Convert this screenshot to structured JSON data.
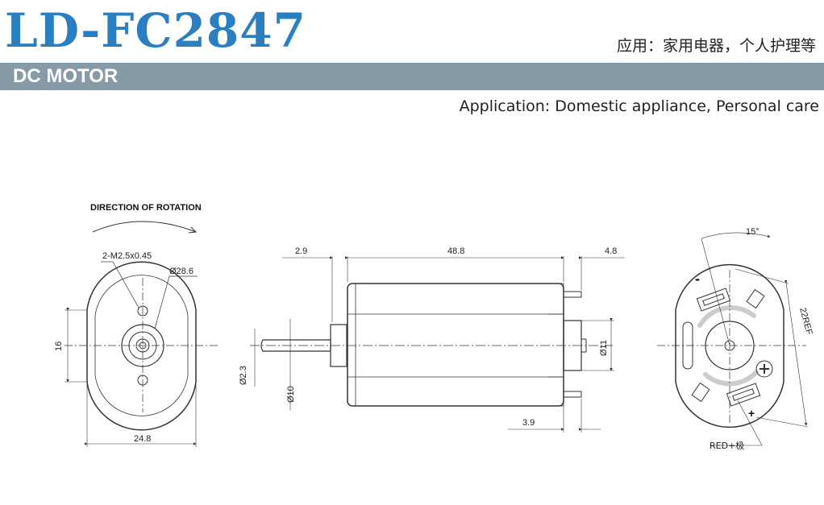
{
  "header": {
    "model": "LD-FC2847",
    "application_cn": "应用：家用电器，个人护理等",
    "band_label": "DC MOTOR",
    "application_en": "Application: Domestic appliance, Personal care"
  },
  "colors": {
    "title_blue": "#2a7fc1",
    "band_gray": "#869aa7",
    "line": "#333333"
  },
  "front_view": {
    "rotation_label": "DIRECTION OF ROTATION",
    "thread_note": "2-M2.5x0.45",
    "diameter": "Ø28.6",
    "height_dim": "16",
    "width_dim": "24.8"
  },
  "side_view": {
    "shaft_length": "2.9",
    "body_length": "48.8",
    "terminal_length": "4.8",
    "shaft_diameter": "Ø2.3",
    "boss_diameter": "Ø10",
    "bearing_diameter": "Ø11",
    "bottom_offset": "3.9"
  },
  "rear_view": {
    "angle": "15°",
    "radius_ref": "22REF",
    "minus_mark": "-",
    "plus_mark": "+",
    "lead_note": "RED+极"
  }
}
